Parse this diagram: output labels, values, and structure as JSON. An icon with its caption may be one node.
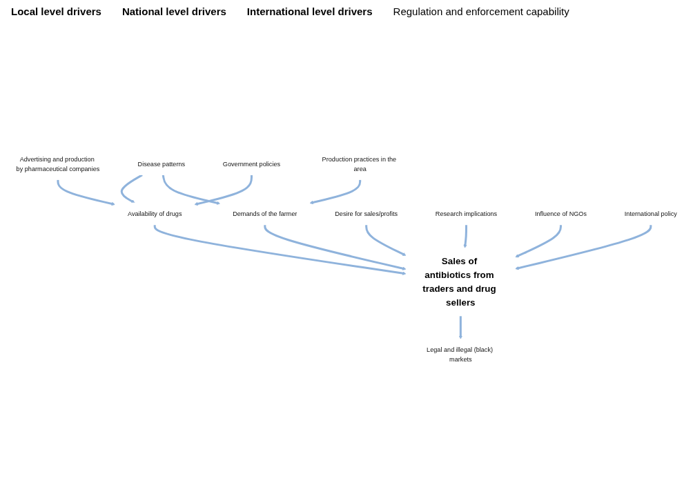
{
  "diagram": {
    "nodes": [
      {
        "text": [
          "Disease patterns"
        ]
      },
      {
        "text": [
          "Availability of drugs"
        ]
      },
      {
        "text": [
          "Demands of the farmer"
        ]
      },
      {
        "text": [
          "Production practices in the area"
        ]
      },
      {
        "text": [
          "Desire for sales/profits"
        ]
      },
      {
        "text": [
          "Sales of antibiotics from traders and drug sellers"
        ]
      },
      {
        "text": [
          "Research implications"
        ]
      },
      {
        "text": [
          "Advertising and production by pharmaceutical companies"
        ]
      },
      {
        "text": [
          "Government policies"
        ]
      },
      {
        "text": [
          "Influence of NGOs"
        ]
      },
      {
        "text": [
          "International policy"
        ]
      },
      {
        "text": [
          "Legal and illegal (black) markets"
        ]
      }
    ],
    "edges": [
      {
        "from": 0,
        "to": 1,
        "arrow": "to"
      },
      {
        "from": 0,
        "to": 2,
        "arrow": "to"
      },
      {
        "from": 3,
        "to": 2,
        "arrow": "to"
      },
      {
        "from": 1,
        "to": 5,
        "arrow": "to"
      },
      {
        "from": 2,
        "to": 5,
        "arrow": "to"
      },
      {
        "from": 4,
        "to": 5,
        "arrow": "to"
      },
      {
        "from": 6,
        "to": 5,
        "arrow": "to"
      },
      {
        "from": 7,
        "to": 1,
        "arrow": "to"
      },
      {
        "from": 8,
        "to": 1,
        "arrow": "to"
      },
      {
        "from": 9,
        "to": 5,
        "arrow": "to"
      },
      {
        "from": 10,
        "to": 5,
        "arrow": "to"
      },
      {
        "from": 5,
        "to": 11,
        "arrow": "to"
      }
    ],
    "labels": [
      "Local level drivers",
      "National level drivers",
      "International level drivers",
      "Regulation and enforcement capability"
    ]
  }
}
